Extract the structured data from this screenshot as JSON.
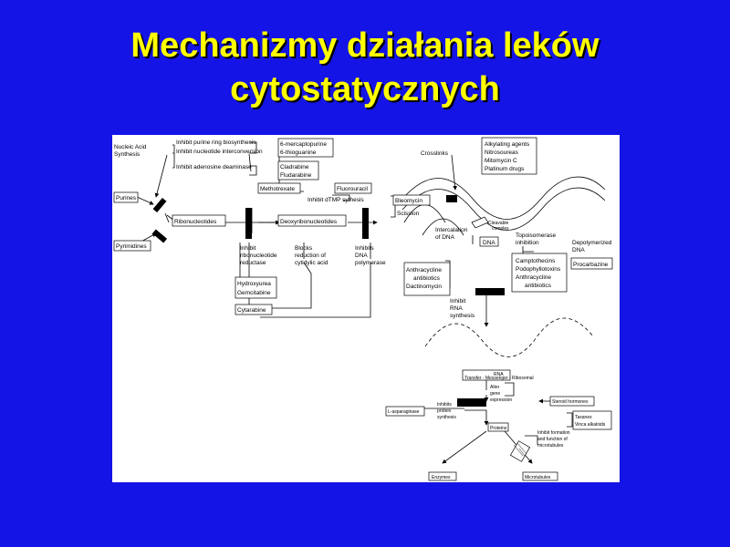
{
  "slide": {
    "title_line1": "Mechanizmy działania leków",
    "title_line2": "cytostatycznych"
  },
  "diagram": {
    "labels": {
      "nucleic_acid": "Nucleic Acid",
      "synthesis": "Synthesis",
      "inhibit_purine": "Inhibit purine ring biosynthesis",
      "inhibit_nucleotide": "Inhibit nucleotide interconversion",
      "inhibit_adenosine": "Inhibit adenosine deaminase",
      "mercaptopurine": "6-mercaptopurine",
      "thioguanine": "6-thioguanine",
      "cladribine": "Cladrabine",
      "fludarabine": "Fludarabine",
      "methotrexate": "Methotrexate",
      "fluorouracil": "Fluorouracil",
      "inhibit_dtmp": "Inhibit dTMP sythesis",
      "bleomycin": "Bleomycin",
      "scission": "Scission",
      "purines": "Purines",
      "pyrimidines": "Pyrimidines",
      "ribonucleotides": "Ribonucleotides",
      "deoxyribonucleotides": "Deoxyribonucleotides",
      "inhibit_rr_1": "Inhibit",
      "inhibit_rr_2": "ribonucleotide",
      "inhibit_rr_3": "reductase",
      "blocks_1": "Blocks",
      "blocks_2": "reduction of",
      "blocks_3": "cytidylic acid",
      "inhibits_dna_1": "Inhibits",
      "inhibits_dna_2": "DNA",
      "inhibits_dna_3": "polymerase",
      "hydroxyurea": "Hydroxyurea",
      "gemcitabine": "Gemcitabine",
      "cytarabine": "Cytarabine",
      "crosslinks": "Crosslinks",
      "alkylating": "Alkylating agents",
      "nitrosoureas": "Nitrosoureas",
      "mitomycin": "Mitomycin C",
      "platinum": "Platinum drugs",
      "intercalation_1": "Intercalation",
      "intercalation_2": "of DNA",
      "dna": "DNA",
      "cleavable_1": "Cleavable",
      "cleavable_2": "complex",
      "topo_1": "Topoisomerase",
      "topo_2": "inhibition",
      "depoly_1": "Depolymerized",
      "depoly_2": "DNA",
      "camptothecins": "Camptothecins",
      "podophyllotoxins": "Podophyllotoxins",
      "anthracycline": "Anthracycline",
      "antibiotics": "antibiotics",
      "procarbazine": "Procarbazine",
      "anthracycline_2": "Anthracycline",
      "antibiotics_2": "antibiotics",
      "dactinomycin": "Dactinomycin",
      "inhibit_rna_1": "Inhibit",
      "inhibit_rna_2": "RNA",
      "inhibit_rna_3": "synthesis",
      "rna": "RNA",
      "rna_types": "Transfer - Messenger - Ribosomal",
      "alter_1": "Alter",
      "alter_2": "gene",
      "alter_3": "expression",
      "steroid": "Steroid hormones",
      "asparaginase": "L-asparaginase",
      "inhibits_protein_1": "Inhibits",
      "inhibits_protein_2": "protein",
      "inhibits_protein_3": "synthesis",
      "taxanes": "Taxanes",
      "vinca": "Vinca alkaloids",
      "proteins": "Proteins",
      "inhibit_micro_1": "Inhibit formation",
      "inhibit_micro_2": "and function of",
      "inhibit_micro_3": "microtubules",
      "enzymes": "Enzymes",
      "microtubules": "Microtubules"
    }
  }
}
